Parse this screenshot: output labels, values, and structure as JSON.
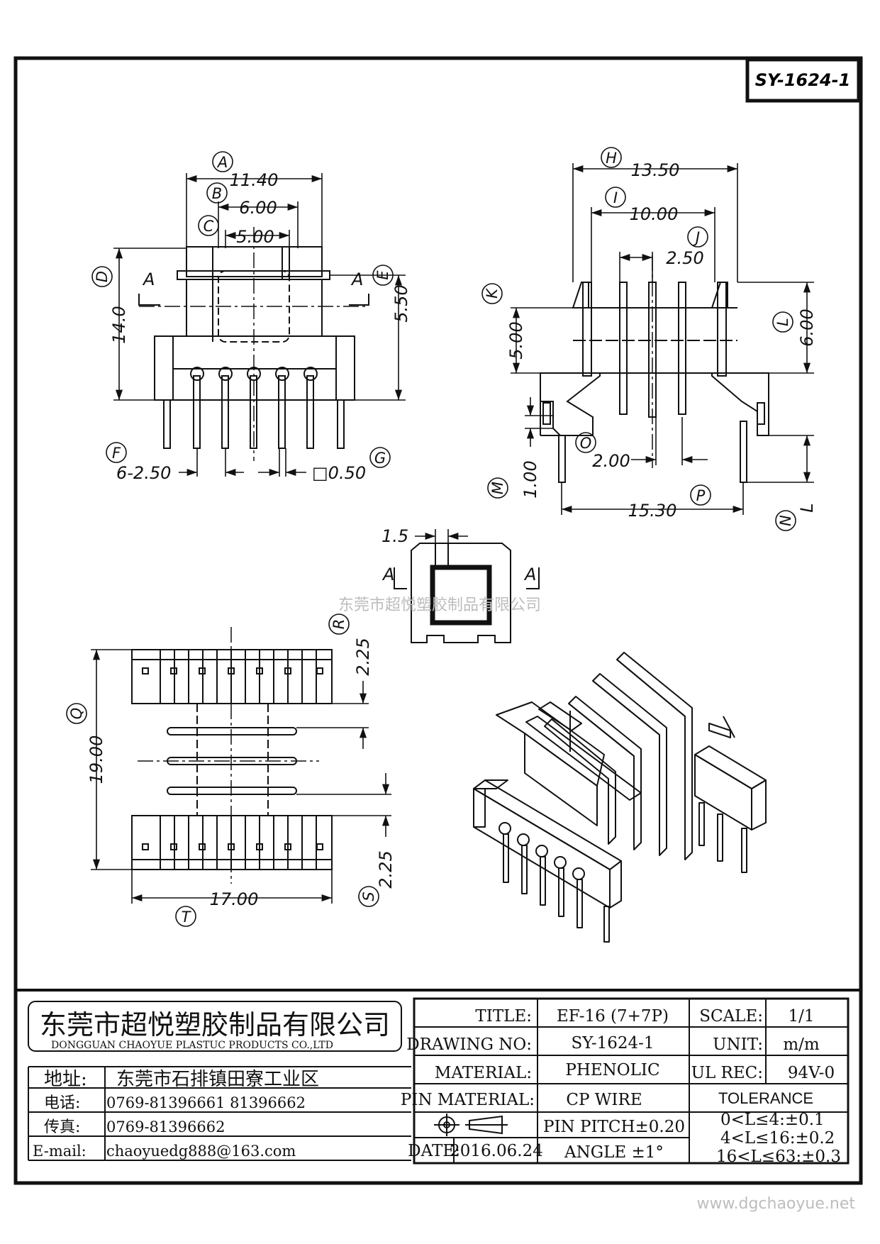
{
  "drawing_code": "SY-1624-1",
  "watermark_center": "东莞市超悦塑胶制品有限公司",
  "watermark_url": "www.dgchaoyue.net",
  "callouts": {
    "A": "A",
    "B": "B",
    "C": "C",
    "D": "D",
    "E": "E",
    "F": "F",
    "G": "G",
    "H": "H",
    "I": "I",
    "J": "J",
    "K": "K",
    "L": "L",
    "M": "M",
    "N": "N",
    "O": "O",
    "P": "P",
    "Q": "Q",
    "R": "R",
    "S": "S",
    "T": "T"
  },
  "section_mark": "A",
  "suffix_L": "L",
  "dims": {
    "A": "11.40",
    "B": "6.00",
    "C": "5.00",
    "D": "14.0",
    "E": "5.50",
    "F": "6-2.50",
    "G": "□0.50",
    "H": "13.50",
    "I": "10.00",
    "J": "2.50",
    "K": "5.00",
    "L": "6.00",
    "M": "1.00",
    "O": "2.00",
    "P": "15.30",
    "wall": "1.5",
    "Q": "19.00",
    "R": "2.25",
    "S": "2.25",
    "T": "17.00"
  },
  "company": {
    "name_cn": "东莞市超悦塑胶制品有限公司",
    "name_en": "DONGGUAN CHAOYUE PLASTUC PRODUCTS CO.,LTD",
    "address_label": "地址:",
    "address": "东莞市石排镇田寮工业区",
    "tel_label": "电话:",
    "tel": "0769-81396661   81396662",
    "fax_label": "传真:",
    "fax": "0769-81396662",
    "email_label": "E-mail:",
    "email": "chaoyuedg888@163.com"
  },
  "titleblock": {
    "title_label": "TITLE:",
    "title": "EF-16 (7+7P)",
    "scale_label": "SCALE:",
    "scale": "1/1",
    "drawing_no_label": "DRAWING NO:",
    "drawing_no": "SY-1624-1",
    "unit_label": "UNIT:",
    "unit": "m/m",
    "material_label": "MATERIAL:",
    "material": "PHENOLIC",
    "ul_label": "UL REC:",
    "ul": "94V-0",
    "pin_material_label": "PIN MATERIAL:",
    "pin_material": "CP WIRE",
    "tolerance_label": "TOLERANCE",
    "pin_pitch": "PIN PITCH±0.20",
    "date_label": "DATE:",
    "date": "2016.06.24",
    "angle": "ANGLE  ±1°",
    "tol1": "0<L≤4:±0.1",
    "tol2": "4<L≤16:±0.2",
    "tol3": "16<L≤63:±0.3"
  }
}
